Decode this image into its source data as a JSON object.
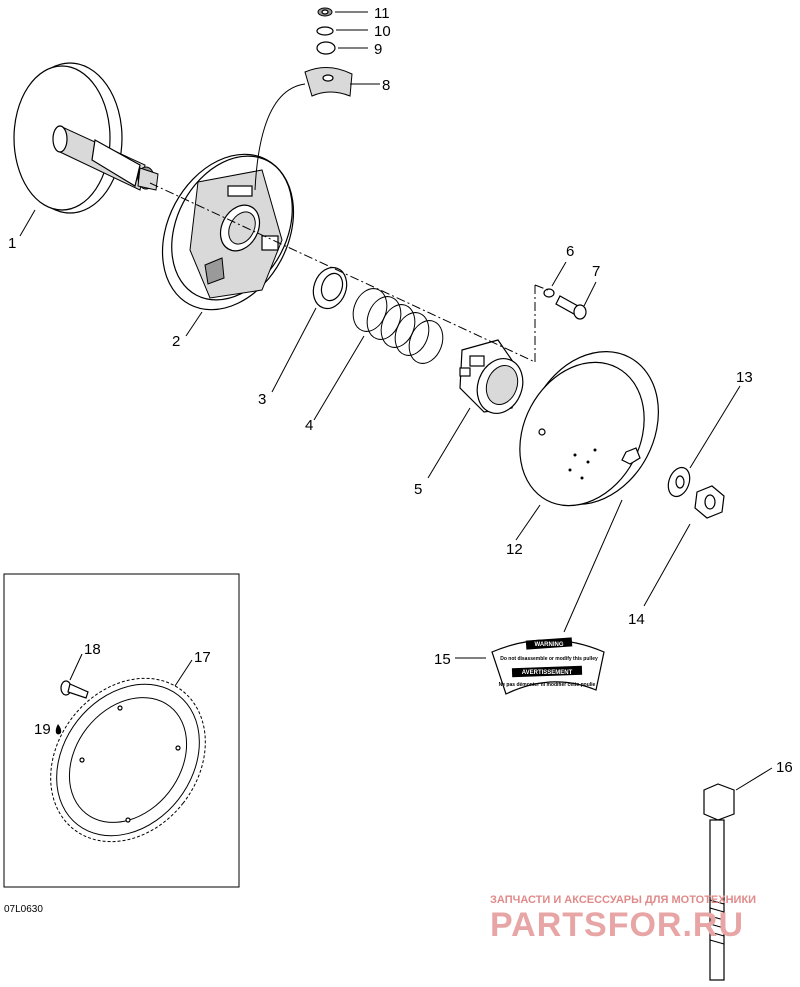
{
  "diagram_code": "07L0630",
  "labels": [
    "1",
    "2",
    "3",
    "4",
    "5",
    "6",
    "7",
    "8",
    "9",
    "10",
    "11",
    "12",
    "13",
    "14",
    "15",
    "16",
    "17",
    "18",
    "19"
  ],
  "decal": {
    "line1": "WARNING",
    "line2": "Do not disassemble or modify this pulley",
    "line3": "AVERTISSEMENT",
    "line4": "Ne pas démonter ni modifier cette poulie"
  },
  "watermark": {
    "line1": "ЗАПЧАСТИ И АКСЕССУАРЫ ДЛЯ МОТОТЕХНИКИ",
    "line2": "PARTSFOR.RU"
  },
  "colors": {
    "line": "#000000",
    "watermark": "#e7a5a5"
  }
}
